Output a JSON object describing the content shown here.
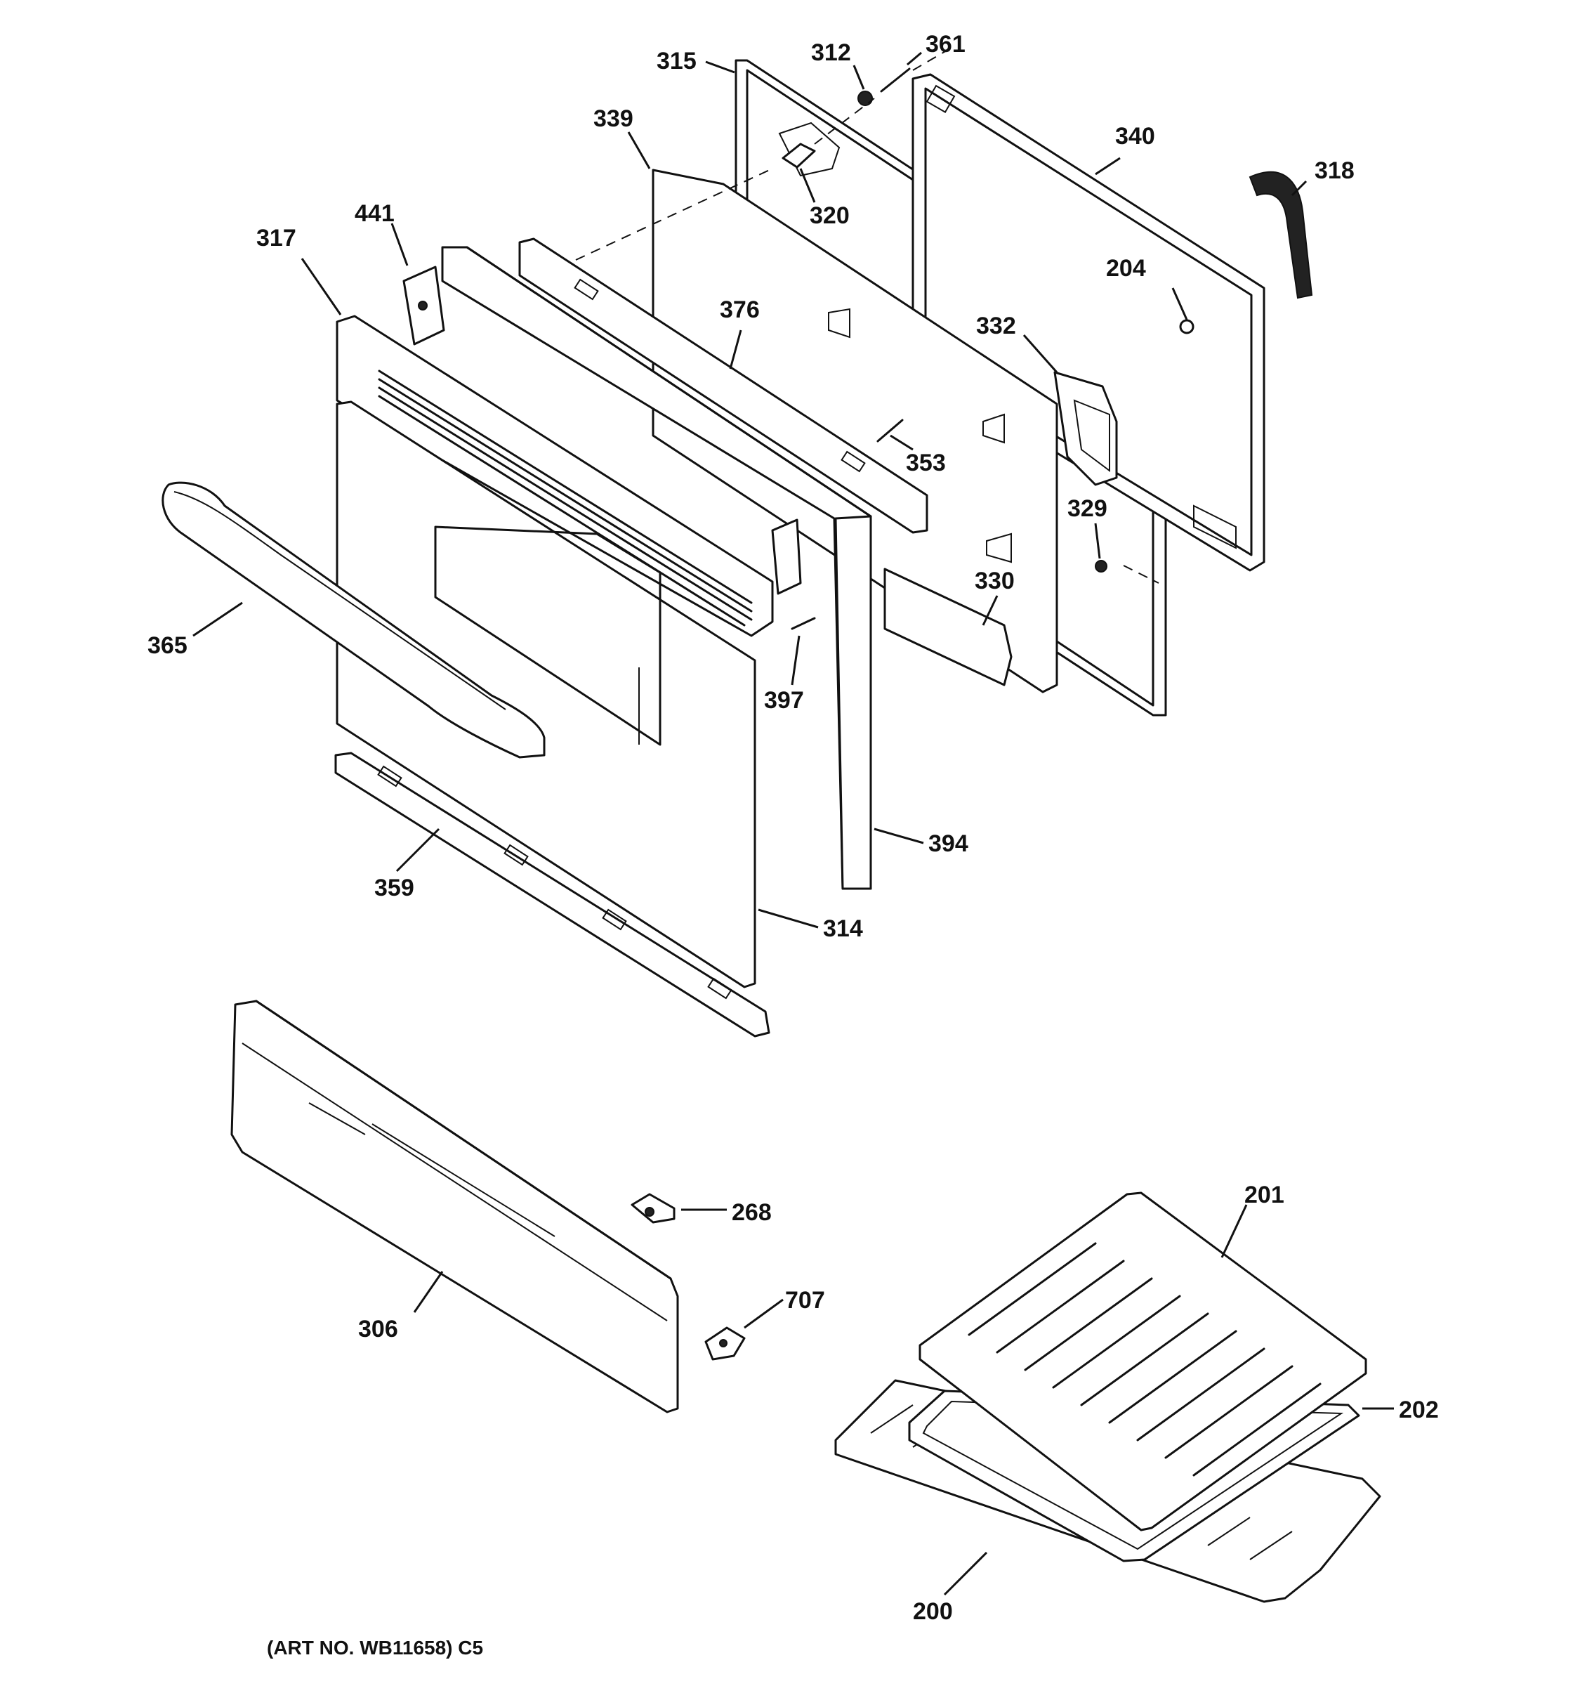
{
  "callouts": {
    "c315": "315",
    "c312": "312",
    "c361": "361",
    "c339": "339",
    "c340": "340",
    "c318": "318",
    "c320": "320",
    "c441": "441",
    "c317": "317",
    "c204": "204",
    "c376": "376",
    "c332": "332",
    "c353": "353",
    "c329": "329",
    "c330": "330",
    "c365": "365",
    "c397": "397",
    "c394": "394",
    "c359": "359",
    "c314": "314",
    "c268": "268",
    "c201": "201",
    "c707": "707",
    "c306": "306",
    "c202": "202",
    "c200": "200"
  },
  "art_number": "(ART NO. WB11658) C5"
}
